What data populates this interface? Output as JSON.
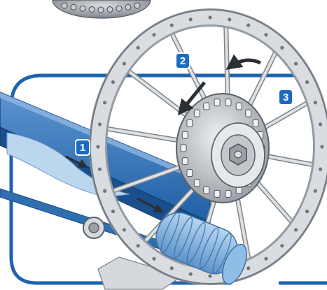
{
  "callouts": [
    {
      "id": "1",
      "label": "1"
    },
    {
      "id": "2",
      "label": "2"
    },
    {
      "id": "3",
      "label": "3"
    }
  ],
  "colors": {
    "frame_blue": "#1f63ad",
    "panel_blue": "#2f72b8",
    "light_blue": "#bcd6ee",
    "rim_gray": "#c9ced4",
    "rim_dark": "#8d949b",
    "hub_gray": "#b8bdc2",
    "roller_blue": "#7fb2e2",
    "badge_blue": "#1b6bbf",
    "arrow_dark": "#2b2f33"
  },
  "icons": {
    "callout_badge": "numbered-badge-icon",
    "motion_arrow": "direction-arrow-icon",
    "rotation_arrow": "rotation-arrow-icon"
  }
}
